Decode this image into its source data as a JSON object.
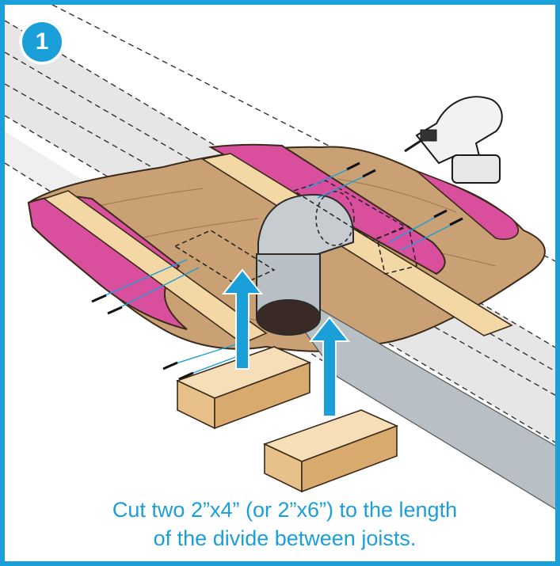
{
  "step": {
    "number": "1"
  },
  "caption": {
    "line1": "Cut two 2”x4” (or 2”x6”) to the length",
    "line2": "of the divide between joists."
  },
  "colors": {
    "accent": "#1a9fd9",
    "wood": "#c9a174",
    "insulation": "#d94f9e",
    "joist": "#f3d7a4",
    "duct": "#b8bfc5",
    "floor_band": "#e6e6e6"
  },
  "icons": [
    "drill-icon",
    "screw-icon",
    "arrow-up-icon",
    "duct-elbow-icon"
  ]
}
